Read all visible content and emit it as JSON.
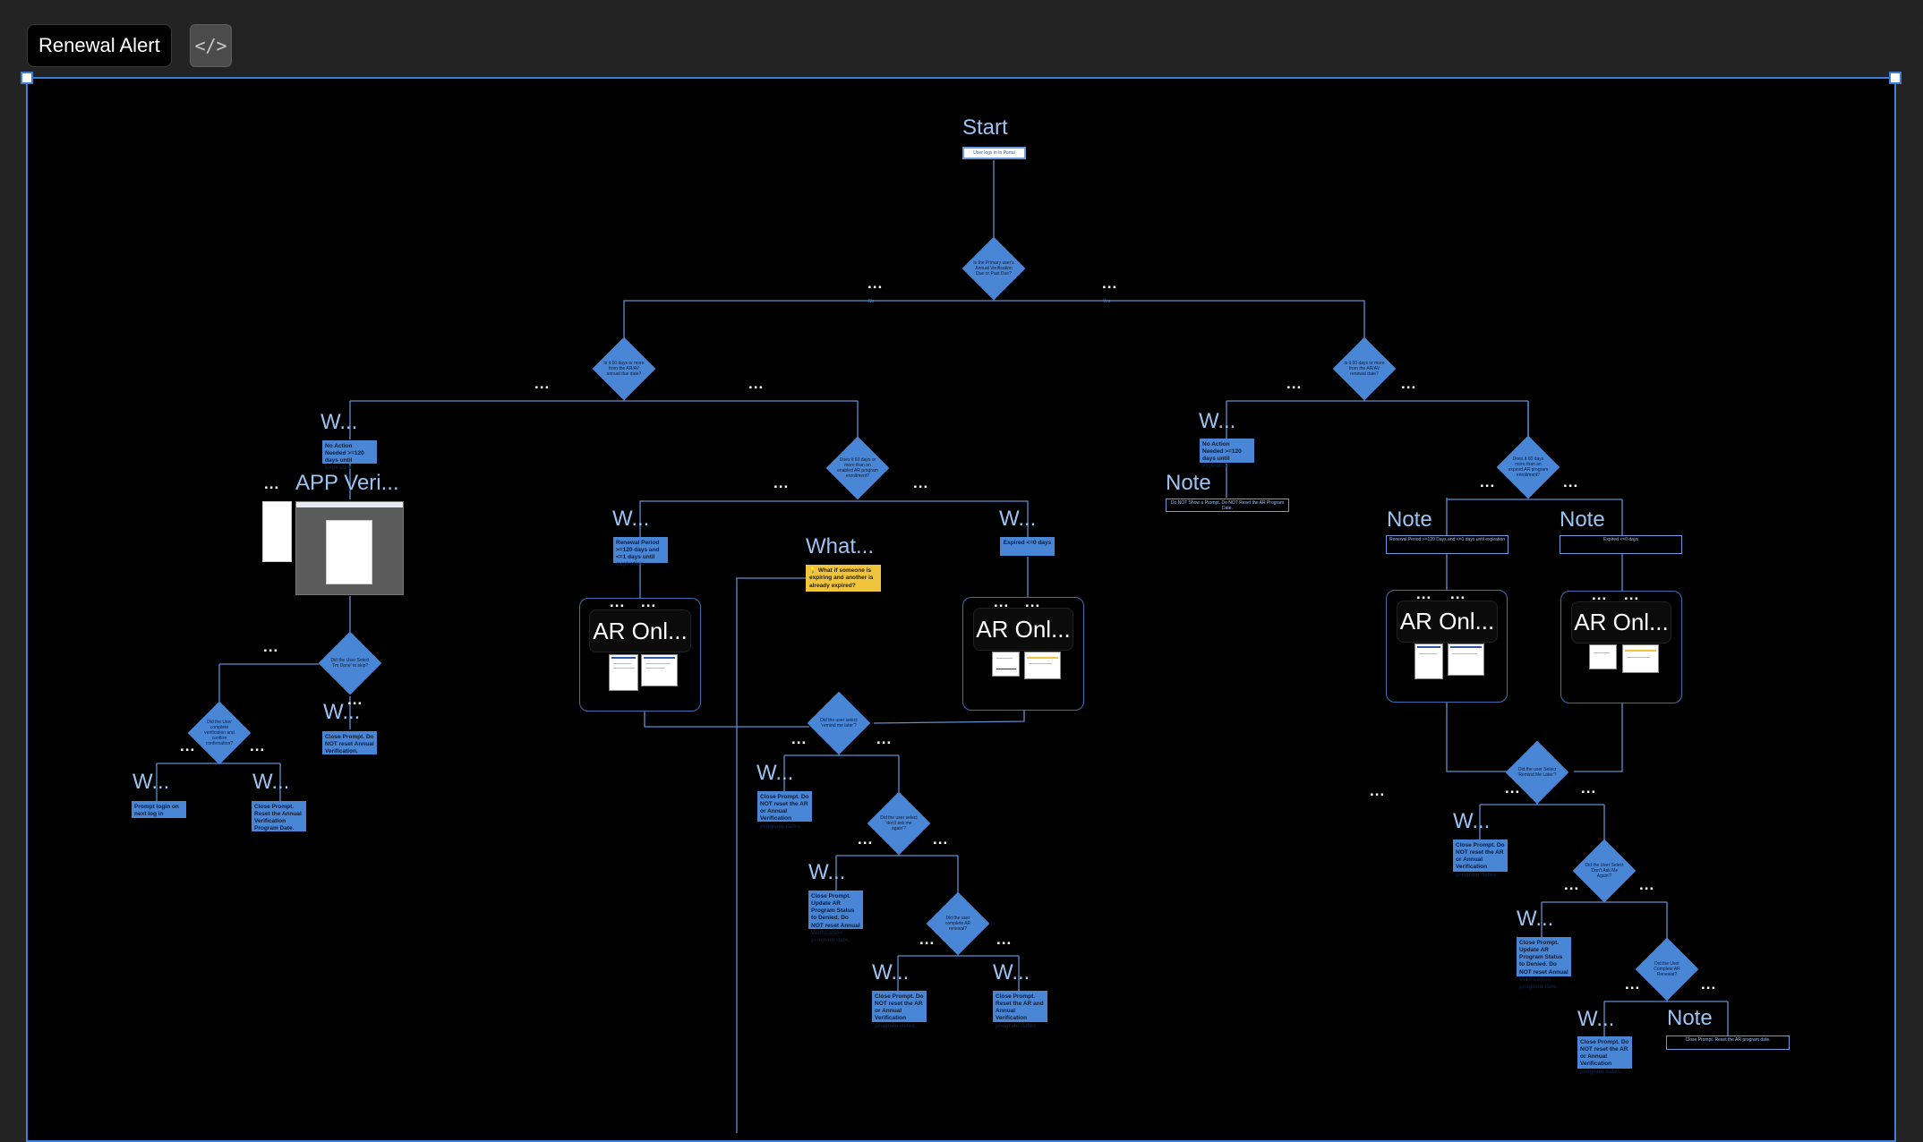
{
  "app": {
    "title": "Renewal Alert",
    "code_toggle_icon": "code-brackets-icon",
    "code_toggle_glyph": "</>"
  },
  "colors": {
    "accent": "#3d7fd6",
    "node_fill": "#4a86d6",
    "label": "#9cc3f2",
    "sticky": "#f1c43d",
    "canvas_bg": "#000000",
    "chrome_bg": "#232323"
  },
  "flow": {
    "start": {
      "title": "Start",
      "box": "User logs in to Portal"
    },
    "ellipsis": "...",
    "d_root": "Is the Primary user's Annual Verification Due or Past Due?",
    "d_left": "Is it 60 days or more from the AR/AV annual due date?",
    "d_right": "Is it 60 days or more from the AR/AV renewal date?",
    "d_mid": "Does it 60 days or more than an enabled AR program enrollment?",
    "d_right_mid": "Does it 60 days more than an expired AR program enrollment?",
    "left": {
      "w_label": "W...",
      "no_action": "No Action Needed >=120 days until expiration",
      "app_title": "APP Veri...",
      "small_dots": "...",
      "d_update": "Did the User Select 'I'm Done' to skip?",
      "d_mobile": "Did the User complete verification and confirm confirmation?",
      "w2": "W...",
      "close_no_reset": "Close Prompt. Do NOT reset Annual Verification.",
      "w3": "W...",
      "prompt_again": "Prompt login on next log in",
      "w4": "W...",
      "close_reset": "Close Prompt. Reset the Annual Verification Program Date."
    },
    "mid": {
      "w_left": "W...",
      "renewal_period": "Renewal Period >=120 days and <=1 days until expiration",
      "w_right": "W...",
      "expired": "Expired <=0 days",
      "what_title": "What...",
      "sticky_emoji": "💡",
      "sticky": "What if someone is expiring and another is already expired?",
      "card_left": "AR Onl...",
      "card_right": "AR Onl...",
      "d_renew": "Did the user select 'remind me later'?",
      "w_a": "W...",
      "close_a": "Close Prompt. Do NOT reset the AR or Annual Verification program dates.",
      "d_skip": "Did the user select 'don't ask me again'?",
      "w_b": "W...",
      "close_b": "Close Prompt. Update AR Program Status to Denied. Do NOT reset Annual Verification program date.",
      "d_complete": "Did the user complete AR renewal?",
      "w_c": "W...",
      "close_c": "Close Prompt. Do NOT reset the AR or Annual Verification program dates.",
      "w_d": "W...",
      "close_d": "Close Prompt. Reset the AR and Annual Verification program dates."
    },
    "right": {
      "w_label": "W...",
      "no_action": "No Action Needed >=120 days until expiration",
      "note_title": "Note",
      "note_text": "Do NOT Show a Prompt. Do NOT Reset the AR Program Date.",
      "note_left_title": "Note",
      "note_left_text": "Renewal Period >=120 Days and <=1 days until expiration",
      "note_right_title": "Note",
      "note_right_text": "Expired <=0 days",
      "card_left": "AR Onl...",
      "card_right": "AR Onl...",
      "orphan_dots": "...",
      "d_renew": "Did the user Select 'Remind Me Later'?",
      "w_a": "W...",
      "close_a": "Close Prompt. Do NOT reset the AR or Annual Verification program dates.",
      "d_skip": "Did the User Select 'Don't Ask Me Again'?",
      "w_b": "W...",
      "close_b": "Close Prompt. Update AR Program Status to Denied. Do NOT reset Annual Verification program date.",
      "d_complete": "Did the User Complete AR Renewal?",
      "w_c": "W...",
      "close_c": "Close Prompt. Do NOT reset the AR or Annual Verification program dates.",
      "note_final_title": "Note",
      "note_final_text": "Close Prompt. Reset the AR program date."
    }
  }
}
